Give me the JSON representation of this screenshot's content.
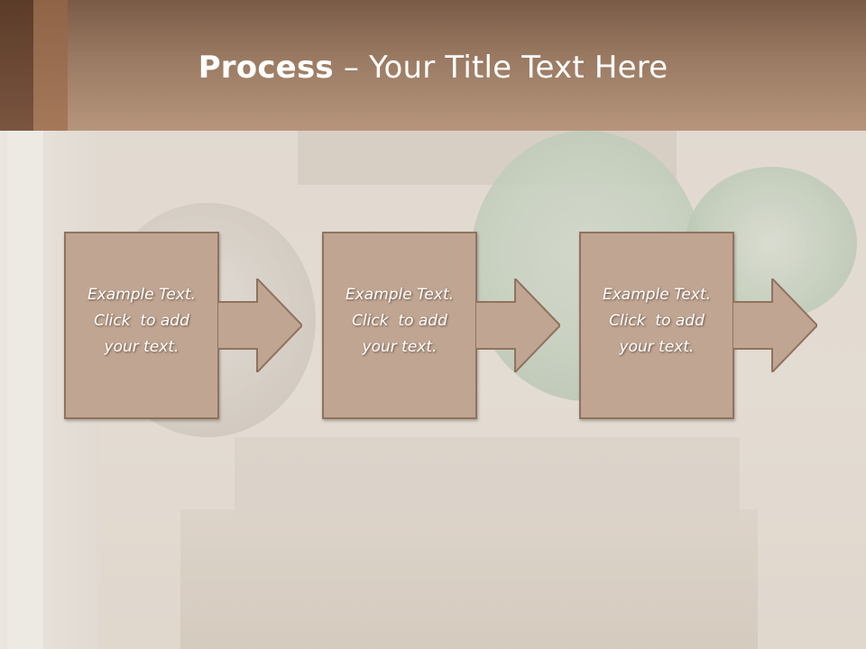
{
  "header": {
    "title_bold": "Process",
    "title_rest": " – Your Title Text Here"
  },
  "steps": [
    {
      "line1": "Example Text.",
      "line2": "Click  to add",
      "line3": "your text."
    },
    {
      "line1": "Example Text.",
      "line2": "Click  to add",
      "line3": "your text."
    },
    {
      "line1": "Example Text.",
      "line2": "Click  to add",
      "line3": "your text."
    }
  ],
  "colors": {
    "header": "#9a7a62",
    "box_fill": "#bfa592",
    "box_border": "#8f735e",
    "text": "#ffffff"
  }
}
